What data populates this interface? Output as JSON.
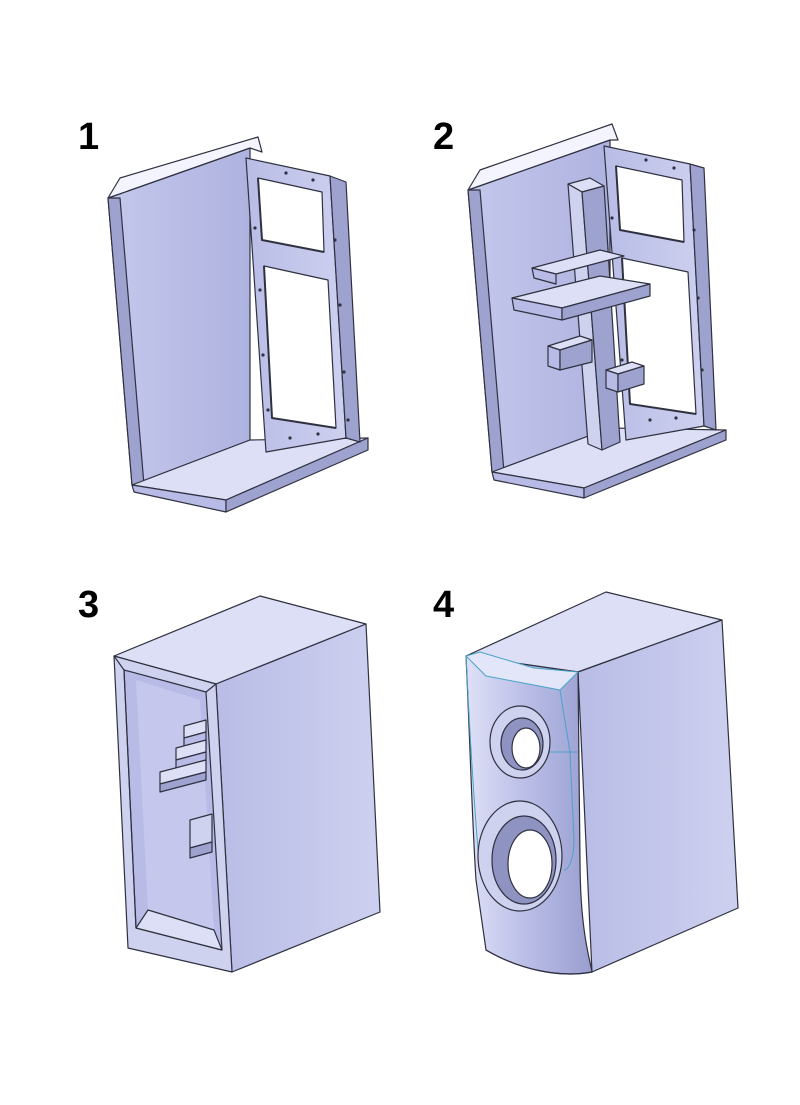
{
  "steps": [
    {
      "label": "1"
    },
    {
      "label": "2"
    },
    {
      "label": "3"
    },
    {
      "label": "4"
    }
  ],
  "colors": {
    "face_light": "#cfd2ee",
    "face_mid": "#b7bbe6",
    "face_dark": "#9ea2cf",
    "face_top": "#dcdff5",
    "edge": "#2f3140",
    "highlight": "#f4f4ff",
    "accent_edge": "#4aa3c8"
  }
}
